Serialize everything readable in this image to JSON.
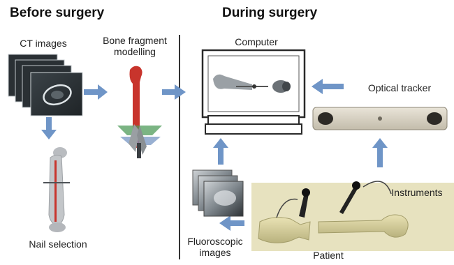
{
  "headings": {
    "before": "Before surgery",
    "during": "During surgery"
  },
  "labels": {
    "ct_images": "CT images",
    "bone_fragment_line1": "Bone fragment",
    "bone_fragment_line2": "modelling",
    "nail_selection": "Nail selection",
    "computer": "Computer",
    "optical_tracker": "Optical tracker",
    "instruments": "Instruments",
    "fluoroscopic_line1": "Fluoroscopic",
    "fluoroscopic_line2": "images",
    "patient": "Patient"
  },
  "colors": {
    "arrow": "#6f95c7",
    "bone_red": "#c8342c",
    "bone_grey": "#b9bcc0",
    "ct_dark": "#2a3034",
    "tracker": "#d8d2c4",
    "patient_bg": "#e7e2bf"
  }
}
